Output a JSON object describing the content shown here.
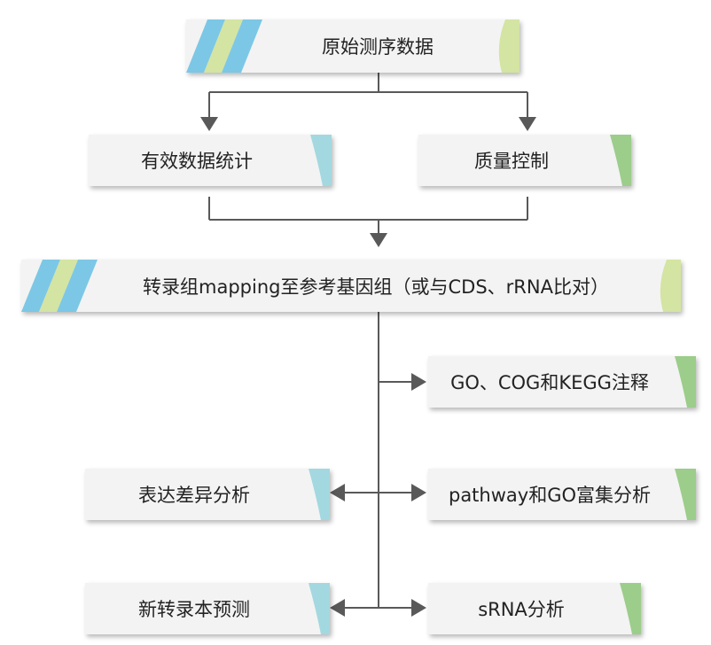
{
  "colors": {
    "box_fill": "#f3f3f3",
    "line": "#595959",
    "blue_accent": "#7cc7e6",
    "light_green_accent": "#d4e4a2",
    "green_accent": "#9ccd8b",
    "teal_accent": "#a3d8e0"
  },
  "nodes": {
    "raw_data": "原始测序数据",
    "valid_stats": "有效数据统计",
    "quality_control": "质量控制",
    "mapping": "转录组mapping至参考基因组（或与CDS、rRNA比对）",
    "annotation": "GO、COG和KEGG注释",
    "diff_expression": "表达差异分析",
    "pathway_go": "pathway和GO富集分析",
    "new_transcript": "新转录本预测",
    "srna": "sRNA分析"
  }
}
